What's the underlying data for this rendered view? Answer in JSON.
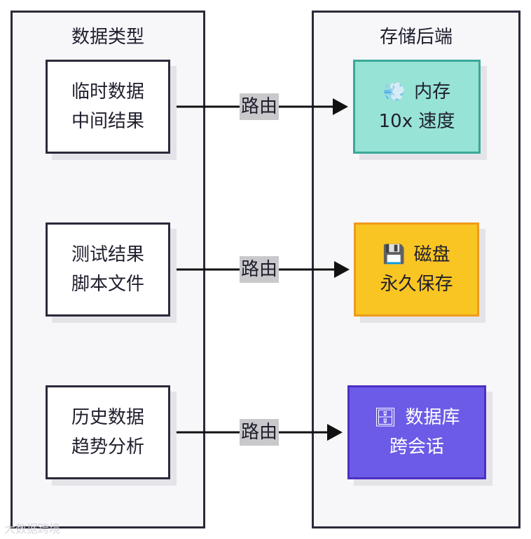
{
  "groups": {
    "left": {
      "title": "数据类型"
    },
    "right": {
      "title": "存储后端"
    }
  },
  "sources": [
    {
      "line1": "临时数据",
      "line2": "中间结果"
    },
    {
      "line1": "测试结果",
      "line2": "脚本文件"
    },
    {
      "line1": "历史数据",
      "line2": "趋势分析"
    }
  ],
  "edge_label": "路由",
  "backends": [
    {
      "icon": "💨",
      "icon_name": "wind-icon",
      "name": "内存",
      "desc": "10x 速度",
      "fill": "#97e3d5",
      "border": "#3aa89a",
      "text_color": "#1f1f2e"
    },
    {
      "icon": "💾",
      "icon_name": "floppy-disk-icon",
      "name": "磁盘",
      "desc": "永久保存",
      "fill": "#f9c523",
      "border": "#ef9a1e",
      "text_color": "#1f1f2e"
    },
    {
      "icon": "🗄",
      "icon_name": "file-cabinet-icon",
      "name": "数据库",
      "desc": "跨会话",
      "fill": "#6c5be6",
      "border": "#4c2fc4",
      "text_color": "#ffffff"
    }
  ],
  "watermark": "大数据跨境"
}
